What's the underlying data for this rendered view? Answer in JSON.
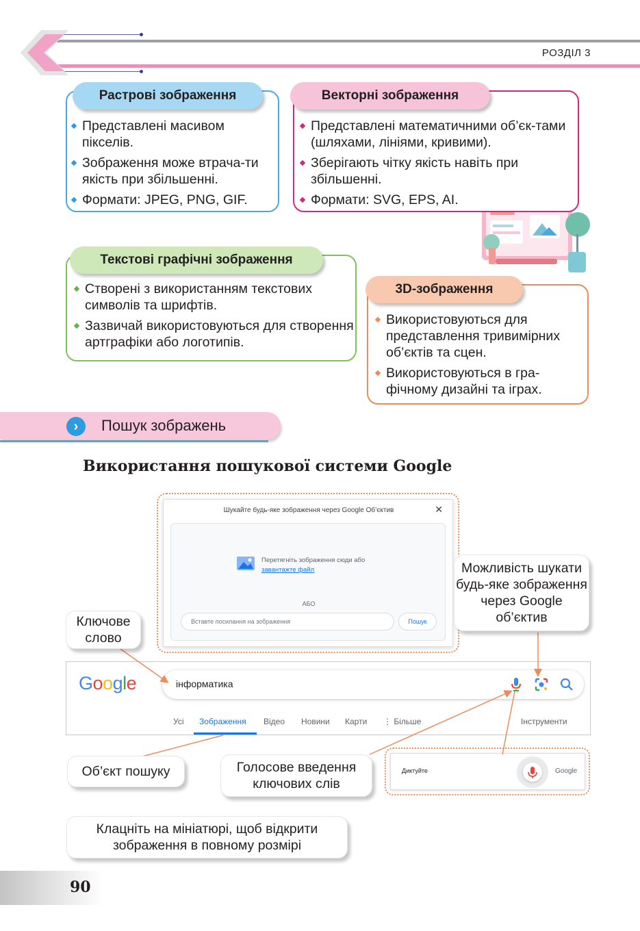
{
  "header": {
    "section_label": "РОЗДІЛ 3"
  },
  "cards": {
    "raster": {
      "title": "Растрові зображення",
      "items": [
        "Представлені масивом пікселів.",
        "Зображення може втрача-ти якість при збільшенні.",
        "Формати: JPEG, PNG, GIF."
      ]
    },
    "vector": {
      "title": "Векторні зображення",
      "items": [
        "Представлені математичними об’єк-тами (шляхами, лініями, кривими).",
        "Зберігають чітку якість навіть при збільшенні.",
        "Формати: SVG, EPS, AI."
      ]
    },
    "text": {
      "title": "Текстові графічні зображення",
      "items": [
        "Створені з використанням текстових символів та шрифтів.",
        "Зазвичай використовуються для створення артграфіки або логотипів."
      ]
    },
    "three_d": {
      "title": "3D-зображення",
      "items": [
        "Використовуються для представлення тривимірних об’єктів та сцен.",
        "Використовуються в гра-фічному дизайні та іграх."
      ]
    }
  },
  "section": {
    "title": "Пошук зображень",
    "subheading": "Використання пошукової системи Google"
  },
  "lens_dialog": {
    "title": "Шукайте будь-яке зображення через Google Об’єктив",
    "drop_text": "Перетягніть зображення сюди або",
    "upload_link": "завантажте файл",
    "or_label": "АБО",
    "url_placeholder": "Вставте посилання на зображення",
    "search_button": "Пошук"
  },
  "google": {
    "logo": [
      "G",
      "o",
      "o",
      "g",
      "l",
      "e"
    ],
    "logo_colors": [
      "#4285f4",
      "#ea4335",
      "#fbbc05",
      "#4285f4",
      "#34a853",
      "#ea4335"
    ],
    "query": "інформатика",
    "tabs": [
      "Усі",
      "Зображення",
      "Відео",
      "Новини",
      "Карти",
      "⋮ Більше"
    ],
    "tools": "Інструменти"
  },
  "voice": {
    "label": "Диктуйте",
    "brand": "Google"
  },
  "callouts": {
    "keyword": "Ключове слово",
    "lens": "Можливість шукати будь-яке зображення через Google об’єктив",
    "object": "Об’єкт пошуку",
    "voice": "Голосове введення ключових слів",
    "thumbnail": "Клацніть на мініатюрі, щоб відкрити зображення в повному розмірі"
  },
  "page_number": "90",
  "colors": {
    "raster": "#4aa8df",
    "vector": "#d0287f",
    "text": "#7fc15b",
    "three_d": "#ee8b5a",
    "accent_pink": "#ea8fb7",
    "google_blue": "#1a73e8"
  }
}
